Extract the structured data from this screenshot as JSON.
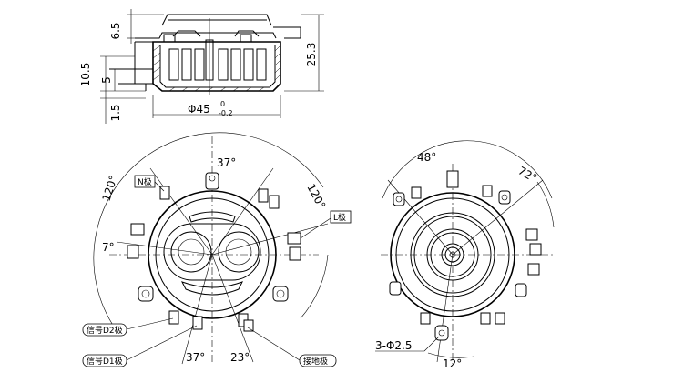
{
  "side_view": {
    "dims": {
      "d_6_5": "6.5",
      "d_25_3": "25.3",
      "d_10_5": "10.5",
      "d_5": "5",
      "d_1_5": "1.5",
      "diameter_main": "Φ45",
      "diameter_tol_upper": "0",
      "diameter_tol_lower": "-0.2"
    }
  },
  "left_view": {
    "angles": {
      "a_37_top": "37°",
      "a_120_left": "120°",
      "a_120_right": "120°",
      "a_7": "7°",
      "a_37_bottom": "37°",
      "a_23": "23°"
    },
    "labels": {
      "n_pole": "N极",
      "l_pole": "L极",
      "signal_d2": "信号D2极",
      "signal_d1": "信号D1极",
      "ground_pole": "接地极"
    }
  },
  "right_view": {
    "angles": {
      "a_48": "48°",
      "a_72": "72°",
      "a_12": "12°"
    },
    "holes": "3-Φ2.5"
  }
}
